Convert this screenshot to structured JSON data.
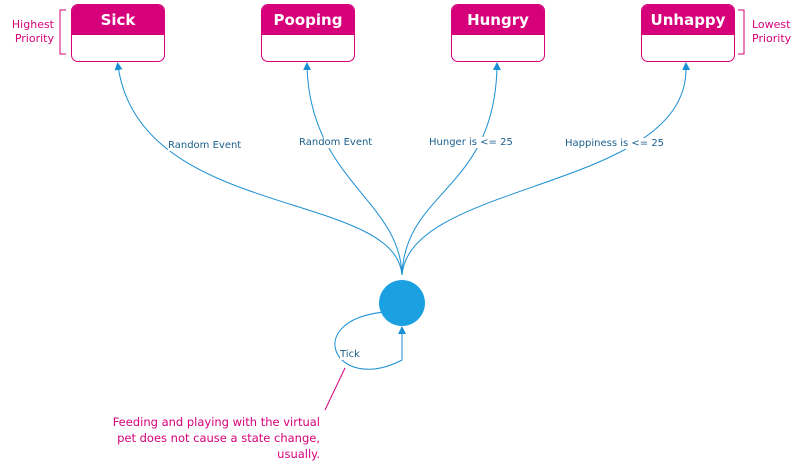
{
  "states": [
    {
      "id": "sick",
      "label": "Sick"
    },
    {
      "id": "pooping",
      "label": "Pooping"
    },
    {
      "id": "hungry",
      "label": "Hungry"
    },
    {
      "id": "unhappy",
      "label": "Unhappy"
    }
  ],
  "priority": {
    "highest": [
      "Highest",
      "Priority"
    ],
    "lowest": [
      "Lowest",
      "Priority"
    ]
  },
  "transitions": [
    {
      "to": "Sick",
      "label": "Random Event"
    },
    {
      "to": "Pooping",
      "label": "Random Event"
    },
    {
      "to": "Hungry",
      "label": "Hunger is <= 25"
    },
    {
      "to": "Unhappy",
      "label": "Happiness is <= 25"
    }
  ],
  "self_loop": {
    "label": "Tick"
  },
  "note": [
    "Feeding and playing with the virtual",
    "pet does not cause a state change,",
    "usually."
  ],
  "colors": {
    "state": "#d6007a",
    "edge": "#1a8fd1",
    "edge_label": "#1a5f8c",
    "node": "#1ba1e2"
  }
}
